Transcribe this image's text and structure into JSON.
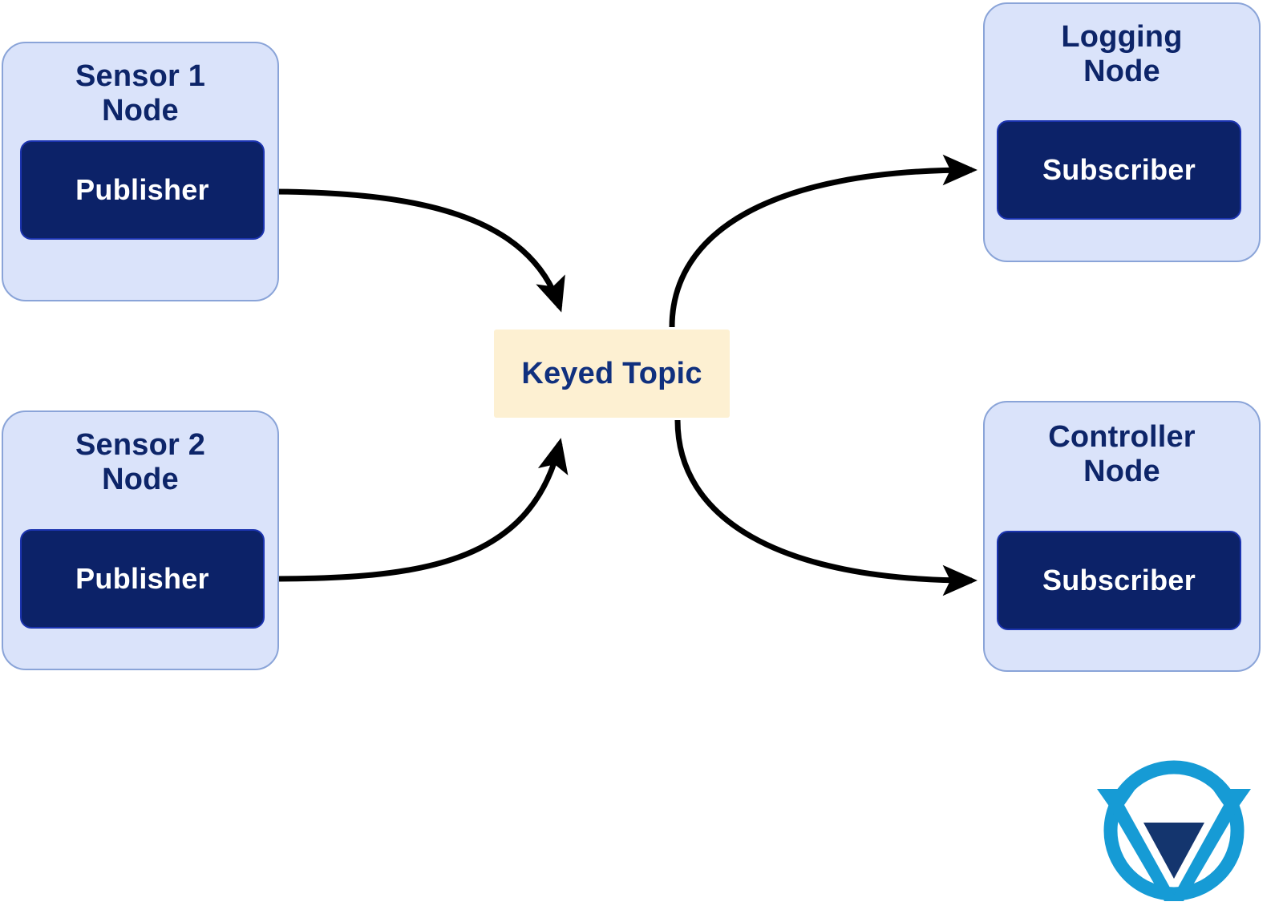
{
  "diagram": {
    "title": "ROS keyed topic publish/subscribe diagram",
    "colors": {
      "node_fill": "#dae3fa",
      "node_border": "#8aa4d8",
      "role_fill": "#0c2268",
      "role_border": "#1c34b0",
      "role_text": "#ffffff",
      "node_title_text": "#0d2569",
      "topic_fill": "#fdf0d2",
      "topic_text": "#10307e",
      "arrow": "#000000",
      "logo_primary": "#169bd5",
      "logo_accent": "#14356e",
      "background": "#ffffff"
    }
  },
  "nodes": [
    {
      "id": "sensor-1-node",
      "title": "Sensor 1\nNode",
      "role_label": "Publisher",
      "role_type": "publisher"
    },
    {
      "id": "sensor-2-node",
      "title": "Sensor 2\nNode",
      "role_label": "Publisher",
      "role_type": "publisher"
    },
    {
      "id": "logging-node",
      "title": "Logging\nNode",
      "role_label": "Subscriber",
      "role_type": "subscriber"
    },
    {
      "id": "controller-node",
      "title": "Controller\nNode",
      "role_label": "Subscriber",
      "role_type": "subscriber"
    }
  ],
  "topic": {
    "id": "keyed-topic",
    "label": "Keyed Topic"
  },
  "connections": [
    {
      "from": "sensor-1-node.publisher",
      "to": "keyed-topic",
      "direction": "in"
    },
    {
      "from": "sensor-2-node.publisher",
      "to": "keyed-topic",
      "direction": "in"
    },
    {
      "from": "keyed-topic",
      "to": "logging-node.subscriber",
      "direction": "out"
    },
    {
      "from": "keyed-topic",
      "to": "controller-node.subscriber",
      "direction": "out"
    }
  ],
  "logo": {
    "name": "v-in-circle-logo",
    "alt": "Circular V mark"
  }
}
